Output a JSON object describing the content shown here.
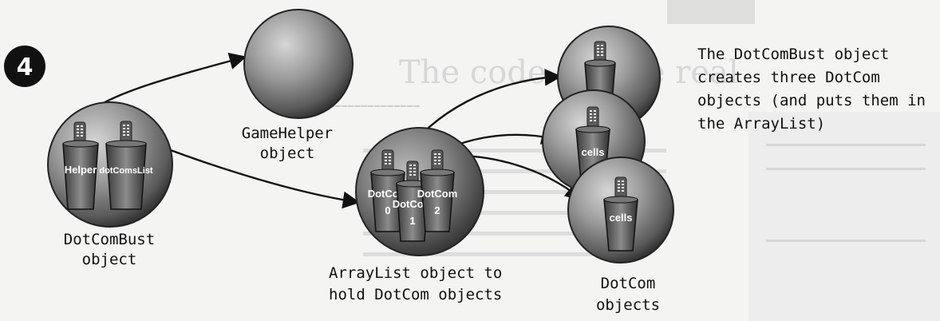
{
  "step_number": "4",
  "background_heading": "The code for the real",
  "labels": {
    "dotcombust": [
      "DotComBust",
      "object"
    ],
    "gamehelper": [
      "GameHelper",
      "object"
    ],
    "arraylist": [
      "ArrayList object to",
      "hold DotCom objects"
    ],
    "dotcom": [
      "DotCom",
      "objects"
    ],
    "note": [
      "The DotComBust object",
      "creates three DotCom",
      "objects (and puts them in",
      "the ArrayList)"
    ]
  },
  "cups": {
    "helper": "Helper",
    "dotcomslist": "dotComsList",
    "dotcom0": [
      "DotCom",
      "0"
    ],
    "dotcom1": [
      "DotCom",
      "1"
    ],
    "dotcom2": [
      "DotCom",
      "2"
    ],
    "cells": "cells"
  },
  "colors": {
    "sphere": "#8a8a8a",
    "sphere_dark": "#4a4a4a",
    "ink": "#111111"
  }
}
